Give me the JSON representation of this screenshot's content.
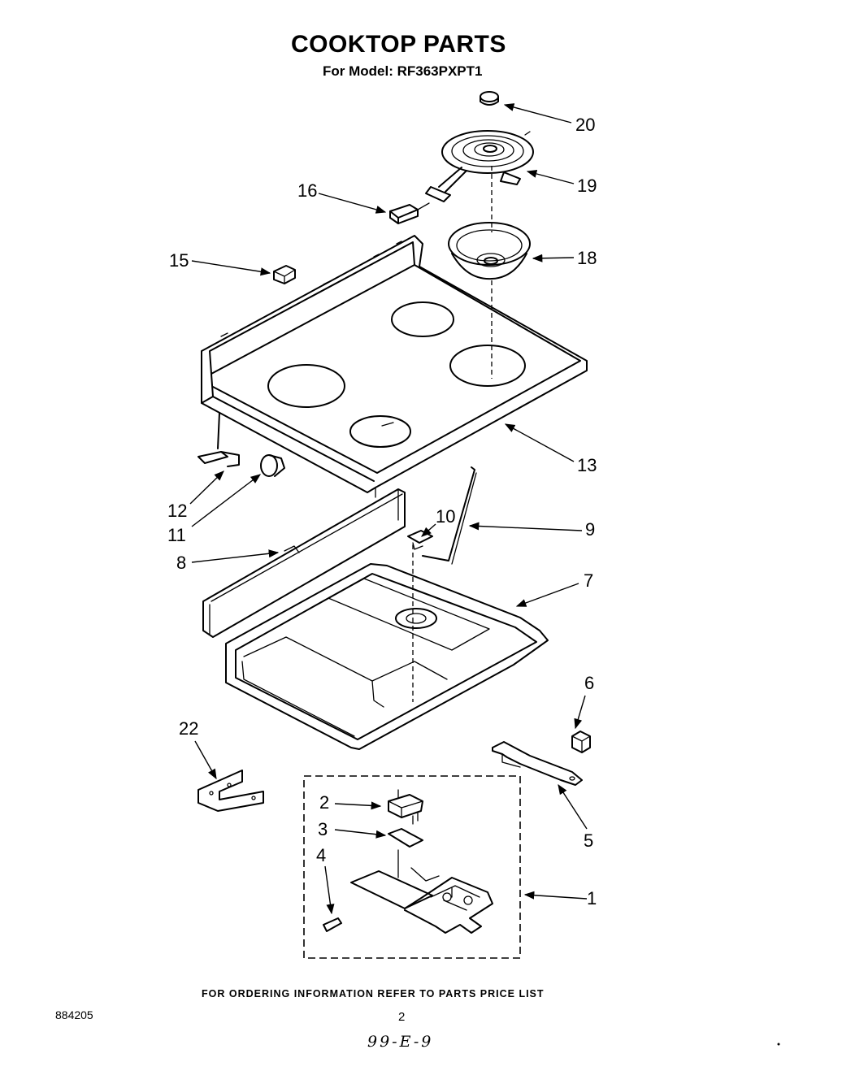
{
  "header": {
    "title": "COOKTOP PARTS",
    "model": "For Model: RF363PXPT1"
  },
  "callouts": {
    "c1": "1",
    "c2": "2",
    "c3": "3",
    "c4": "4",
    "c5": "5",
    "c6": "6",
    "c7": "7",
    "c8": "8",
    "c9": "9",
    "c10": "10",
    "c11": "11",
    "c12": "12",
    "c13": "13",
    "c15": "15",
    "c16": "16",
    "c18": "18",
    "c19": "19",
    "c20": "20",
    "c22": "22"
  },
  "footer": {
    "ordering": "FOR ORDERING INFORMATION REFER TO PARTS PRICE LIST",
    "doc_number": "884205",
    "page": "2",
    "handwritten": "99-E-9"
  }
}
